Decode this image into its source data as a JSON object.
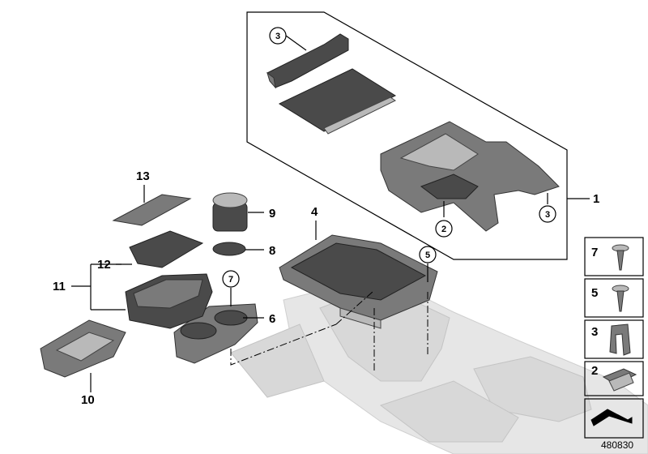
{
  "callouts": {
    "c1": "1",
    "c2": "2",
    "c3a": "3",
    "c3b": "3",
    "c4": "4",
    "c5": "5",
    "c6": "6",
    "c7": "7",
    "c8": "8",
    "c9": "9",
    "c10": "10",
    "c11": "11",
    "c12": "12",
    "c13": "13"
  },
  "legend": [
    {
      "number": "7",
      "icon": "screw-icon"
    },
    {
      "number": "5",
      "icon": "screw-icon"
    },
    {
      "number": "3",
      "icon": "spring-clip-icon"
    },
    {
      "number": "2",
      "icon": "clip-nut-icon"
    },
    {
      "number": "",
      "icon": "bracket-profile-icon"
    }
  ],
  "diagram_number": "480830",
  "colors": {
    "part_dark": "#4a4a4a",
    "part_mid": "#7a7a7a",
    "ghost": "#d8d8d8",
    "line": "#000000"
  }
}
